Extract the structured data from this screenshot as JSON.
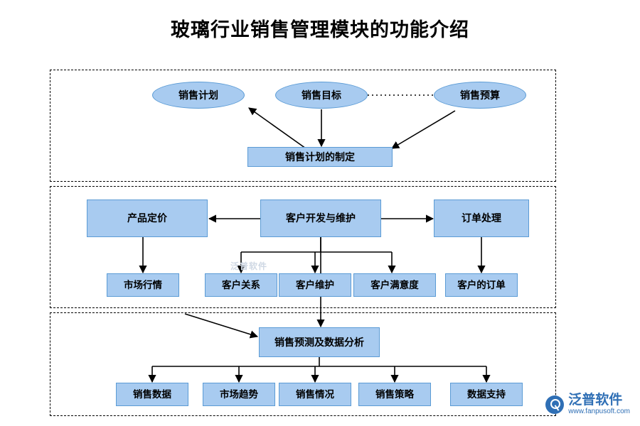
{
  "title": "玻璃行业销售管理模块的功能介绍",
  "colors": {
    "node_fill": "#a8cbf0",
    "node_border": "#5b9bd5",
    "group_border": "#000000",
    "logo": "#2f6fb5"
  },
  "groups": [
    {
      "name": "sales-plan-group"
    },
    {
      "name": "customer-group"
    },
    {
      "name": "forecast-group"
    }
  ],
  "nodes": {
    "sales_plan": "销售计划",
    "sales_target": "销售目标",
    "sales_budget": "销售预算",
    "plan_making": "销售计划的制定",
    "product_pricing": "产品定价",
    "customer_dev": "客户开发与维护",
    "order_process": "订单处理",
    "market_quote": "市场行情",
    "customer_relation": "客户关系",
    "customer_maintain": "客户维护",
    "customer_satisfaction": "客户满意度",
    "customer_order": "客户的订单",
    "forecast_analysis": "销售预测及数据分析",
    "sales_data": "销售数据",
    "market_trend": "市场趋势",
    "sales_status": "销售情况",
    "sales_strategy": "销售策略",
    "data_support": "数据支持"
  },
  "watermark": {
    "center": "泛普软件"
  },
  "logo": {
    "cn": "泛普软件",
    "en": "www.fanpusoft.com"
  }
}
